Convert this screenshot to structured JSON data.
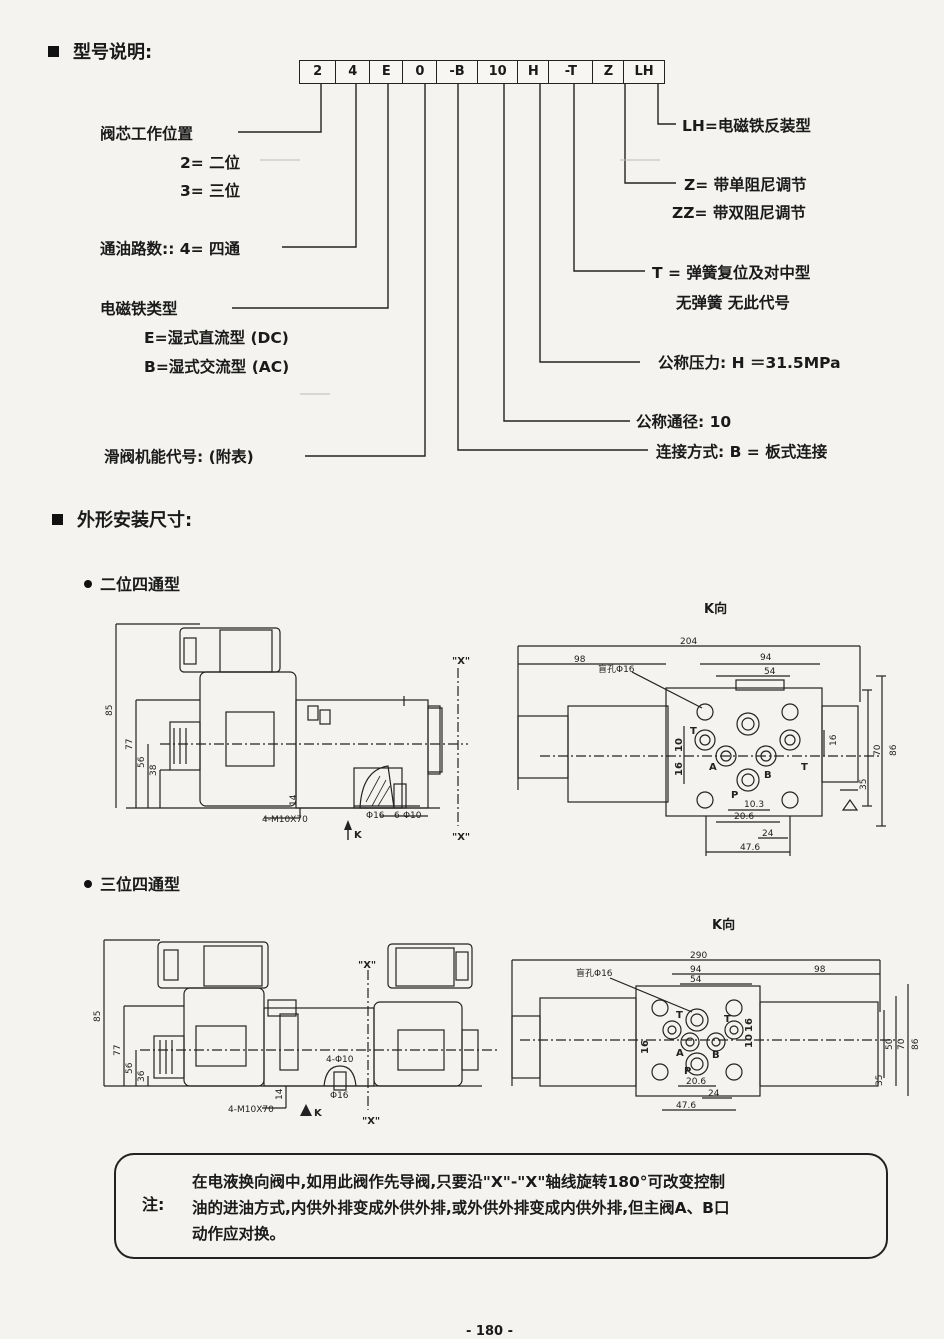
{
  "section1": {
    "title": "型号说明:"
  },
  "model_code": [
    "2",
    "4",
    "E",
    "0",
    "-B",
    "10",
    "H",
    "-T",
    "Z",
    "LH"
  ],
  "left_labels": {
    "spool_position": "阀芯工作位置",
    "two_pos": "2= 二位",
    "three_pos": "3= 三位",
    "ports": "通油路数:: 4= 四通",
    "solenoid_type": "电磁铁类型",
    "dc": "E=湿式直流型 (DC)",
    "ac": "B=湿式交流型 (AC)",
    "spool_function": "滑阀机能代号: (附表)"
  },
  "right_labels": {
    "lh": "LH=电磁铁反装型",
    "z": "Z= 带单阻尼调节",
    "zz": "ZZ= 带双阻尼调节",
    "t": "T = 弹簧复位及对中型",
    "no_spring": "无弹簧      无此代号",
    "pressure": "公称压力: H ＝31.5MPa",
    "size": "公称通径:  10",
    "connection": "连接方式:  B = 板式连接"
  },
  "section2": {
    "title": "外形安装尺寸:"
  },
  "drawing1": {
    "title": "二位四通型",
    "k_view": "K向",
    "dims_side": [
      "85",
      "77",
      "56",
      "38",
      "14"
    ],
    "bolt": "4-M10X70",
    "k_label": "K",
    "phi16": "Φ16",
    "holes": "6-Φ10",
    "x_mark": "\"X\"",
    "dims_k": [
      "204",
      "98",
      "94",
      "54",
      "16",
      "10",
      "16",
      "70",
      "86",
      "35",
      "10.3",
      "20.6",
      "24",
      "47.6"
    ],
    "blind_hole": "盲孔Φ16",
    "ports": [
      "T",
      "A",
      "B",
      "T",
      "P"
    ]
  },
  "drawing2": {
    "title": "三位四通型",
    "k_view": "K向",
    "dims_side": [
      "85",
      "77",
      "56",
      "36",
      "14"
    ],
    "bolt": "4-M10X70",
    "k_label": "K",
    "phi16": "Φ16",
    "holes": "4-Φ10",
    "x_mark": "\"X\"",
    "dims_k": [
      "290",
      "94",
      "54",
      "98",
      "16",
      "10",
      "16",
      "50",
      "70",
      "86",
      "35",
      "20.6",
      "24",
      "47.6"
    ],
    "blind_hole": "盲孔Φ16",
    "ports": [
      "T",
      "A",
      "B",
      "T",
      "P"
    ]
  },
  "note": {
    "label": "注:",
    "line1": "在电液换向阀中,如用此阀作先导阀,只要沿\"X\"-\"X\"轴线旋转180°可改变控制",
    "line2": "油的进油方式,内供外排变成外供外排,或外供外排变成内供外排,但主阀A、B口",
    "line3": "动作应对换。"
  },
  "page_number": "- 180 -"
}
